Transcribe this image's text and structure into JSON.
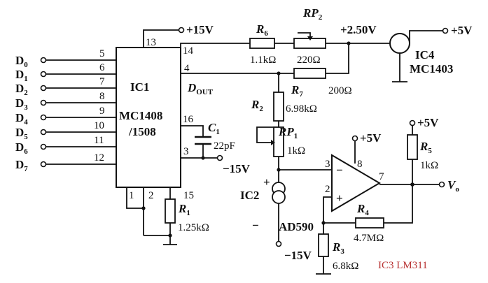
{
  "inputs": [
    "D",
    "D",
    "D",
    "D",
    "D",
    "D",
    "D",
    "D"
  ],
  "input_subscripts": [
    "0",
    "1",
    "2",
    "3",
    "4",
    "5",
    "6",
    "7"
  ],
  "input_pins": [
    "5",
    "6",
    "7",
    "8",
    "9",
    "10",
    "11",
    "12"
  ],
  "ic1": {
    "name": "IC1",
    "part_line1": "MC1408",
    "part_line2": "/1508",
    "pin13": "13",
    "pin14": "14",
    "pin4": "4",
    "pin16": "16",
    "pin3": "3",
    "pin15": "15",
    "pin1": "1",
    "pin2": "2"
  },
  "dout": {
    "main": "D",
    "sub": "OUT"
  },
  "supplies": {
    "p15": "+15V",
    "m15_ic1": "−15V",
    "m15_ic2": "−15V",
    "p5_ic4": "+5V",
    "p5_ic3": "+5V",
    "p5_r5": "+5V"
  },
  "r6": {
    "name": "R",
    "sub": "6",
    "value": "1.1kΩ"
  },
  "rp2": {
    "name": "RP",
    "sub": "2",
    "value": "220Ω"
  },
  "r7": {
    "name": "R",
    "sub": "7",
    "value": "200Ω",
    "value2": "6.98kΩ"
  },
  "r2": {
    "name": "R",
    "sub": "2"
  },
  "rp1": {
    "name": "RP",
    "sub": "1",
    "value": "1kΩ"
  },
  "c1": {
    "name": "C",
    "sub": "1",
    "value": "22pF"
  },
  "r1": {
    "name": "R",
    "sub": "1",
    "value": "1.25kΩ"
  },
  "ic4": {
    "node_voltage": "+2.50V",
    "name": "IC4",
    "part": "MC1403"
  },
  "ic2": {
    "name": "IC2",
    "part": "AD590",
    "plus": "+",
    "minus": "−"
  },
  "ic3": {
    "label": "IC3 LM311",
    "pin3": "3",
    "pin2": "2",
    "pin8": "8",
    "pin7": "7",
    "inv": "−",
    "noninv": "+"
  },
  "r4": {
    "name": "R",
    "sub": "4",
    "value": "4.7MΩ"
  },
  "r3": {
    "name": "R",
    "sub": "3",
    "value": "6.8kΩ"
  },
  "r5": {
    "name": "R",
    "sub": "5",
    "value": "1kΩ"
  },
  "vo": {
    "main": "V",
    "sub": "o"
  }
}
